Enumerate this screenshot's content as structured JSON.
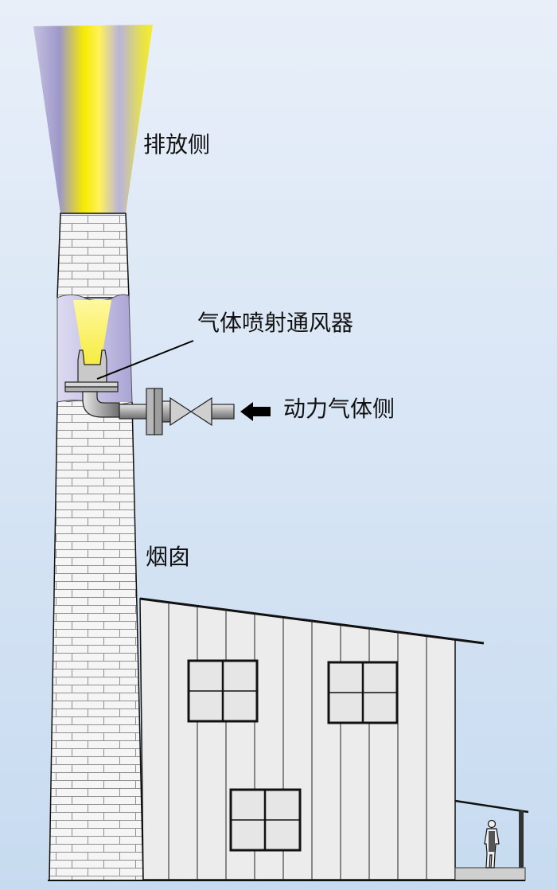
{
  "labels": {
    "exhaust_side": "排放侧",
    "gas_ejector_fan": "气体喷射通风器",
    "motive_gas_side": "动力气体侧",
    "chimney": "烟囱"
  },
  "colors": {
    "background_top": "#e6eef9",
    "background_bottom": "#c9dcf0",
    "plume_yellow": "#f7ee00",
    "plume_violet": "#b6b2da",
    "brick": "#f4f4f4",
    "mortar": "#8a8a8a",
    "building_wall": "#ececec",
    "pipe_gray": "#b8b8b8",
    "arrow": "#000000"
  },
  "icons": {
    "flow_arrow": "arrow-left-icon",
    "valve": "gate-valve-icon",
    "person": "person-icon"
  }
}
